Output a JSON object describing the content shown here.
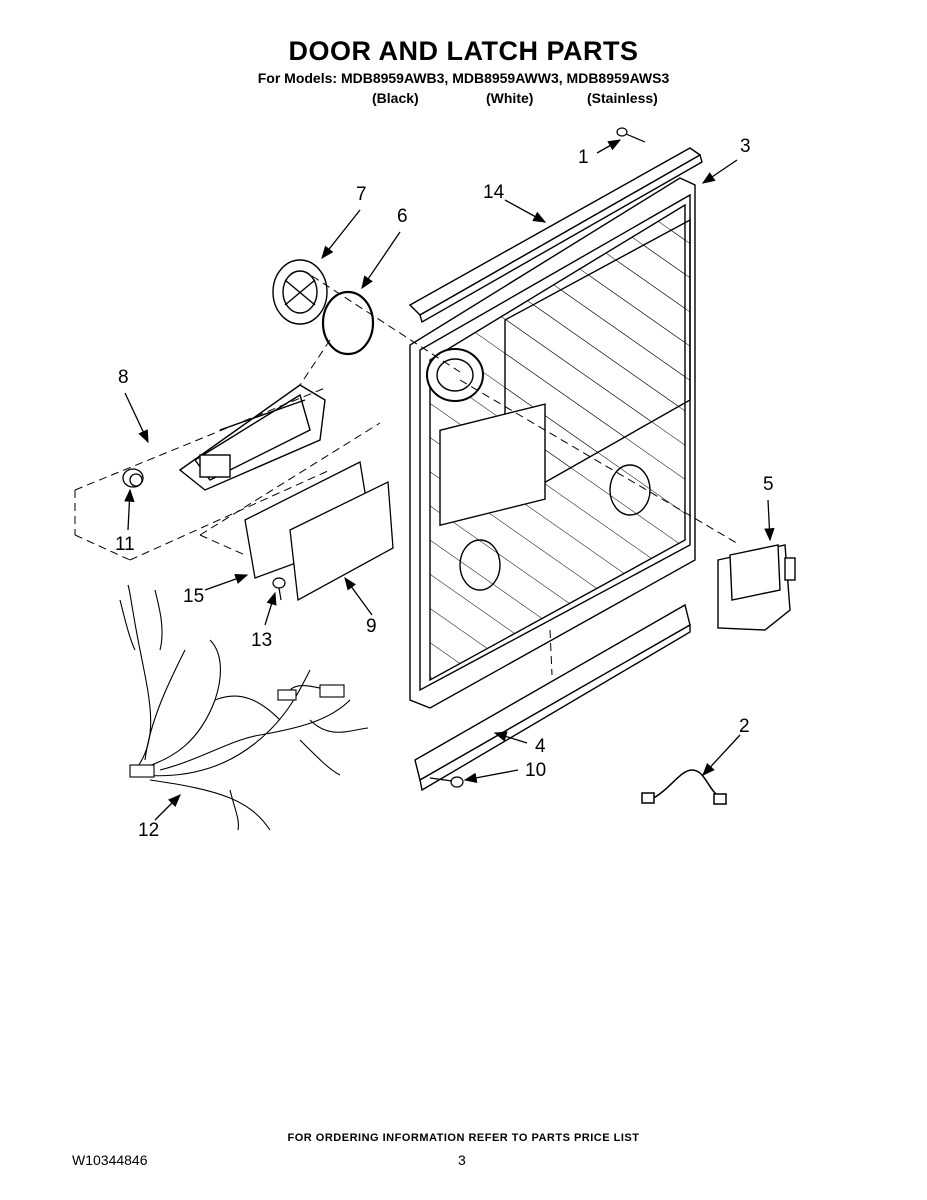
{
  "header": {
    "title": "DOOR AND LATCH PARTS",
    "models": "For Models: MDB8959AWB3, MDB8959AWW3, MDB8959AWS3",
    "variants": [
      "(Black)",
      "(White)",
      "(Stainless)"
    ]
  },
  "callouts": {
    "c1": "1",
    "c2": "2",
    "c3": "3",
    "c4": "4",
    "c5": "5",
    "c6": "6",
    "c7": "7",
    "c8": "8",
    "c9": "9",
    "c10": "10",
    "c11": "11",
    "c12": "12",
    "c13": "13",
    "c14": "14",
    "c15": "15"
  },
  "footer": {
    "ordering_note": "FOR ORDERING INFORMATION REFER TO PARTS PRICE LIST",
    "document_number": "W10344846",
    "page_number": "3"
  }
}
